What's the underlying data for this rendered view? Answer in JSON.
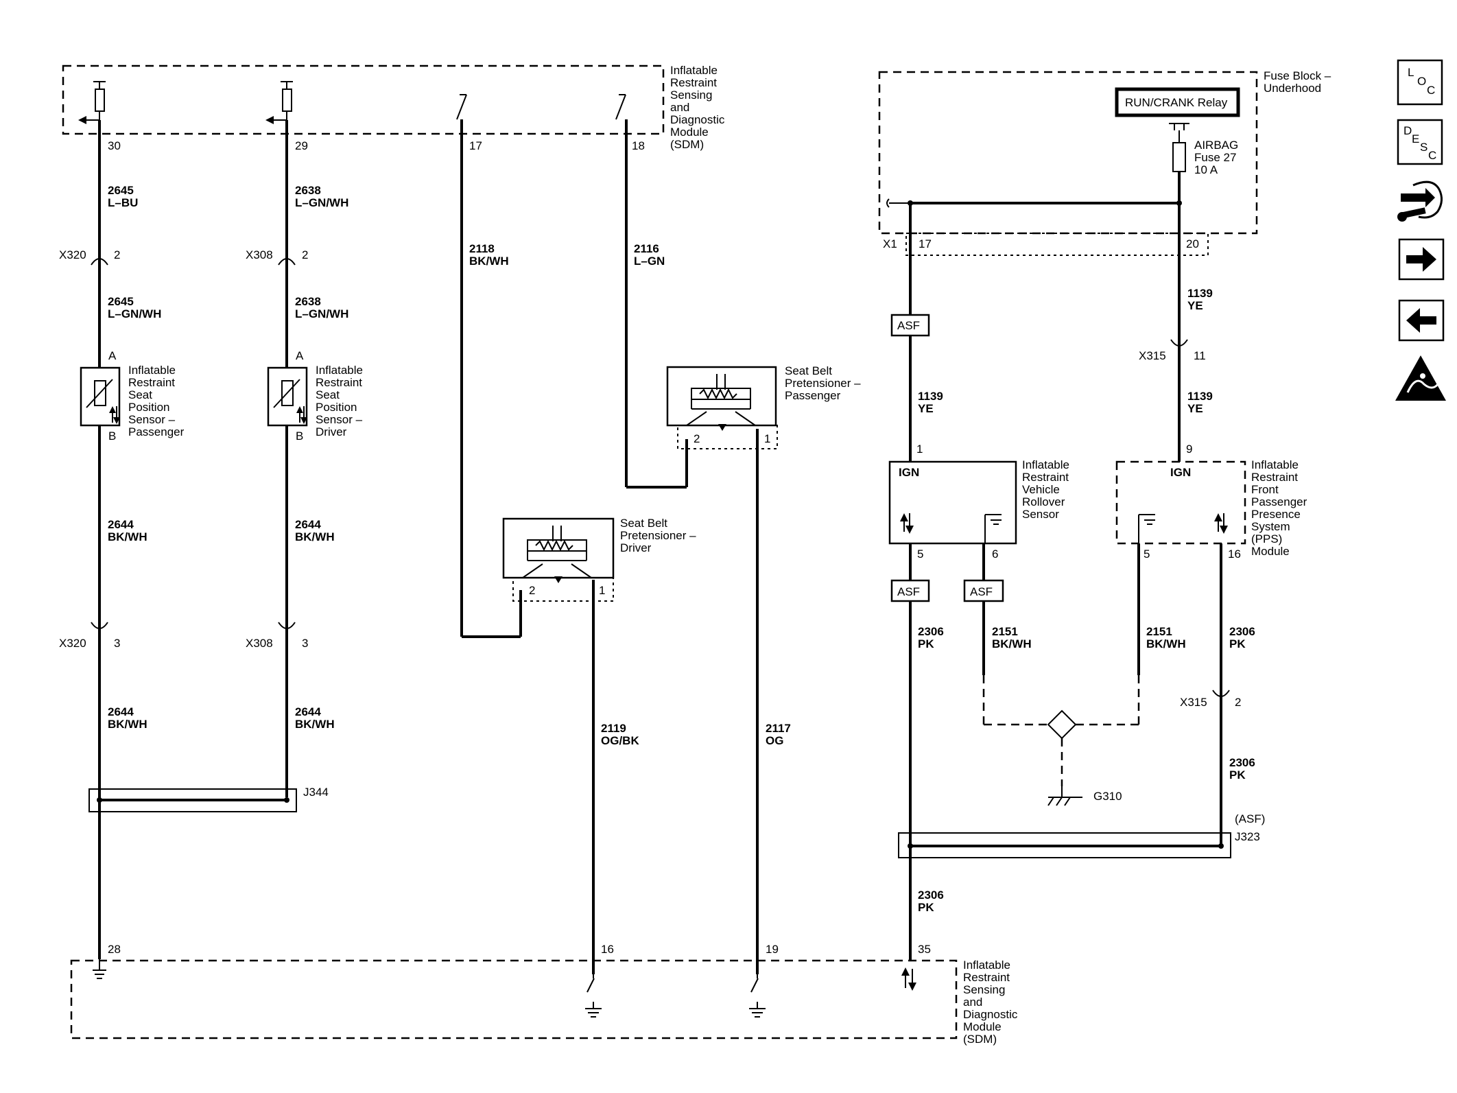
{
  "modules": {
    "sdm": {
      "name": [
        "Inflatable",
        "Restraint",
        "Sensing",
        "and",
        "Diagnostic",
        "Module",
        "(SDM)"
      ]
    },
    "fuse_block": {
      "name": [
        "Fuse Block –",
        "Underhood"
      ]
    },
    "relay": {
      "name": "RUN/CRANK Relay"
    },
    "fuse": {
      "name": [
        "AIRBAG",
        "Fuse 27",
        "10 A"
      ]
    },
    "seat_pos_passenger": {
      "name": [
        "Inflatable",
        "Restraint",
        "Seat",
        "Position",
        "Sensor –",
        "Passenger"
      ]
    },
    "seat_pos_driver": {
      "name": [
        "Inflatable",
        "Restraint",
        "Seat",
        "Position",
        "Sensor –",
        "Driver"
      ]
    },
    "pretensioner_passenger": {
      "name": [
        "Seat Belt",
        "Pretensioner –",
        "Passenger"
      ]
    },
    "pretensioner_driver": {
      "name": [
        "Seat Belt",
        "Pretensioner –",
        "Driver"
      ]
    },
    "rollover": {
      "name": [
        "Inflatable",
        "Restraint",
        "Vehicle",
        "Rollover",
        "Sensor"
      ],
      "ign": "IGN"
    },
    "pps": {
      "name": [
        "Inflatable",
        "Restraint",
        "Front",
        "Passenger",
        "Presence",
        "System",
        "(PPS)",
        "Module"
      ],
      "ign": "IGN"
    }
  },
  "pins": {
    "sdm_30": "30",
    "sdm_29": "29",
    "sdm_17": "17",
    "sdm_18": "18",
    "sdm_28": "28",
    "sdm_16": "16",
    "sdm_19": "19",
    "sdm_35": "35",
    "x1": "X1",
    "x1_17": "17",
    "x1_20": "20",
    "sensor_a": "A",
    "sensor_b": "B",
    "pret_2": "2",
    "pret_1": "1",
    "roll_1": "1",
    "roll_5": "5",
    "roll_6": "6",
    "pps_9": "9",
    "pps_5": "5",
    "pps_16": "16"
  },
  "wires": {
    "w2645_bu": [
      "2645",
      "L–BU"
    ],
    "w2645_gn": [
      "2645",
      "L–GN/WH"
    ],
    "w2638_a": [
      "2638",
      "L–GN/WH"
    ],
    "w2638_b": [
      "2638",
      "L–GN/WH"
    ],
    "w2644": [
      "2644",
      "BK/WH"
    ],
    "w2118": [
      "2118",
      "BK/WH"
    ],
    "w2116": [
      "2116",
      "L–GN"
    ],
    "w2119": [
      "2119",
      "OG/BK"
    ],
    "w2117": [
      "2117",
      "OG"
    ],
    "w1139": [
      "1139",
      "YE"
    ],
    "w2306": [
      "2306",
      "PK"
    ],
    "w2151": [
      "2151",
      "BK/WH"
    ]
  },
  "connectors": {
    "x320": "X320",
    "x308": "X308",
    "x315": "X315",
    "pin2": "2",
    "pin3": "3",
    "pin11": "11"
  },
  "splices": {
    "j344": "J344",
    "j323": "J323",
    "asf_note": "(ASF)"
  },
  "asf": "ASF",
  "ground": {
    "g310": "G310"
  },
  "nav_icons": {
    "loc": {
      "l": "L",
      "o": "O",
      "c": "C"
    },
    "desc": {
      "d": "D",
      "e": "E",
      "s": "S",
      "c": "C"
    }
  }
}
